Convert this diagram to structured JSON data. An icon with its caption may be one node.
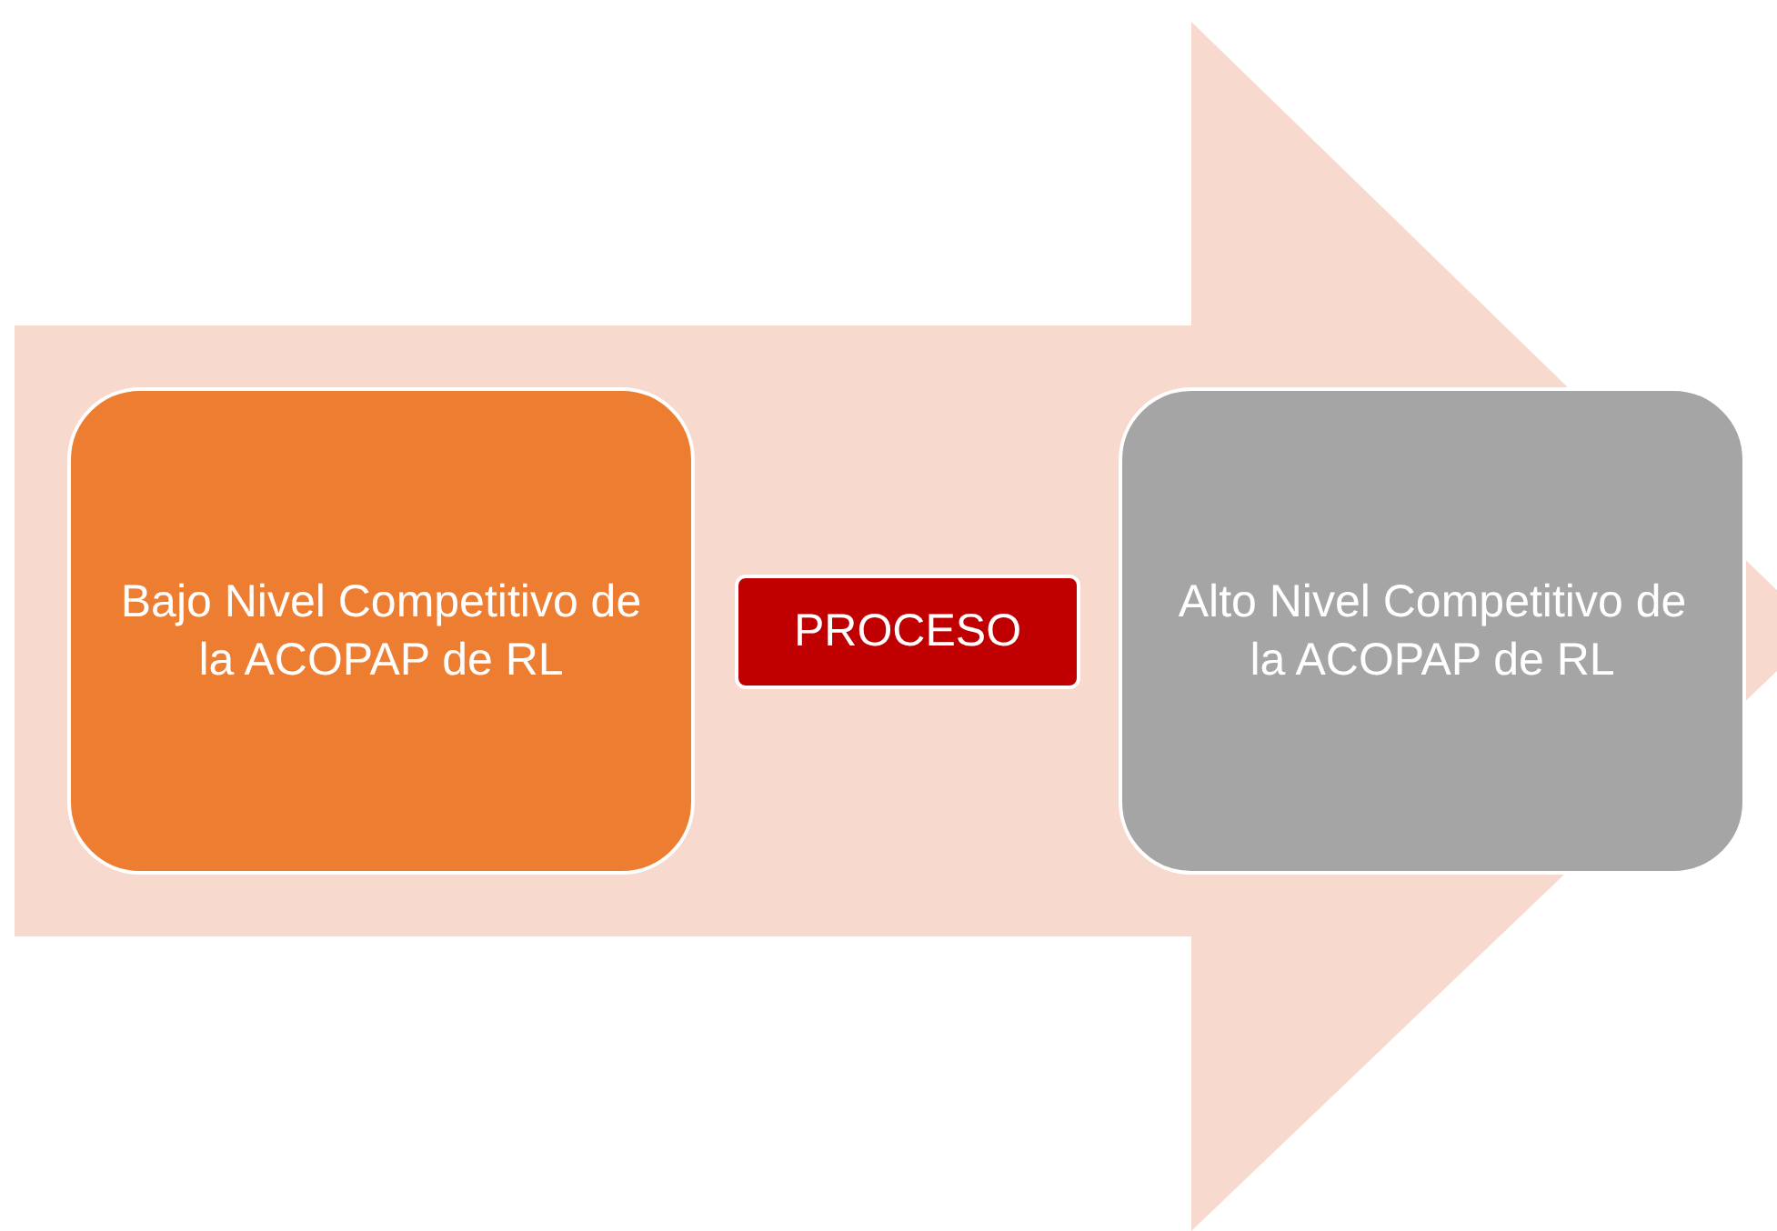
{
  "diagram": {
    "nodes": [
      {
        "text": [
          "Bajo Nivel Competitivo de la ACOPAP de RL"
        ]
      },
      {
        "text": [
          "PROCESO"
        ]
      },
      {
        "text": [
          "Alto Nivel Competitivo de la ACOPAP de RL"
        ]
      }
    ],
    "edges": [
      {
        "from": 0,
        "to": 2,
        "arrow": "to",
        "style": "thick"
      }
    ]
  }
}
